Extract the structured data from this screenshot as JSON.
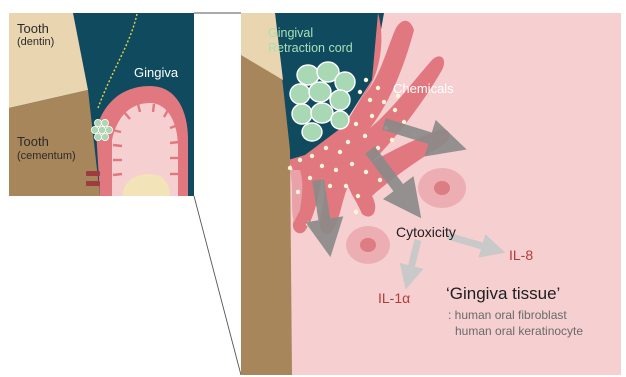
{
  "inset": {
    "tooth_dentin_title": "Tooth",
    "tooth_dentin_sub": "(dentin)",
    "tooth_cementum_title": "Tooth",
    "tooth_cementum_sub": "(cementum)",
    "gingiva": "Gingiva"
  },
  "main": {
    "cord_label_line1": "Gingival",
    "cord_label_line2": "Retraction cord",
    "chemicals": "Chemicals",
    "cytoxicity": "Cytoxicity",
    "il8": "IL-8",
    "il1a": "IL-1α",
    "tissue_title": "‘Gingiva tissue’",
    "tissue_line1": ": human oral fibroblast",
    "tissue_line2": "human oral keratinocyte"
  },
  "colors": {
    "enamel_dark": "#0f4a5f",
    "dentin": "#e9d5b0",
    "cementum": "#a7865c",
    "gingiva_pink": "#e9a3a8",
    "gingiva_deep": "#e2787f",
    "cord_green": "#a8d9b4",
    "arrow_grey": "#8a8a8a",
    "tissue_bg": "#f6cfd1"
  }
}
